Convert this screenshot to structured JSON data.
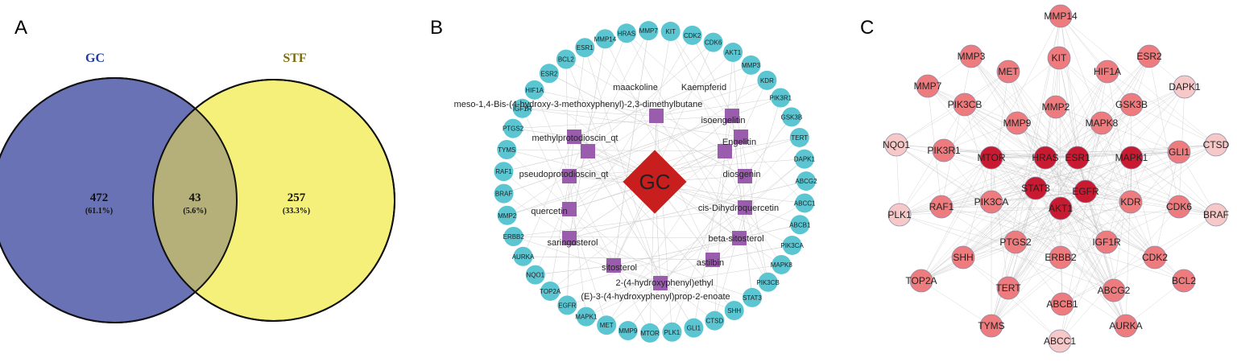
{
  "panels": {
    "a": "A",
    "b": "B",
    "c": "C"
  },
  "venn": {
    "set_left": {
      "label": "GC",
      "count": "472",
      "percent": "(61.1%)"
    },
    "set_right": {
      "label": "STF",
      "count": "257",
      "percent": "(33.3%)"
    },
    "overlap": {
      "count": "43",
      "percent": "(5.6%)"
    },
    "colors": {
      "left": "#6a72b6",
      "right": "#f5f07a",
      "overlap": "#b5b07a",
      "left_title": "#1f3fa0",
      "right_title": "#7a6a10"
    }
  },
  "network_b": {
    "hub": "GC",
    "hub_color": "#c81e1e",
    "target_color": "#5bc5d2",
    "compound_color": "#9a5cad",
    "targets": [
      "KIT",
      "CDK2",
      "CDK6",
      "AKT1",
      "MMP3",
      "KDR",
      "PIK3R1",
      "GSK3B",
      "TERT",
      "DAPK1",
      "ABCG2",
      "ABCC1",
      "ABCB1",
      "PIK3CA",
      "MAPK8",
      "PIK3CB",
      "STAT3",
      "SHH",
      "CTSD",
      "GLI1",
      "PLK1",
      "MTOR",
      "MMP9",
      "MET",
      "MAPK1",
      "EGFR",
      "TOP2A",
      "NQO1",
      "AURKA",
      "ERBB2",
      "MMP2",
      "BRAF",
      "RAF1",
      "TYMS",
      "PTGS2",
      "IGF1R",
      "HIF1A",
      "ESR2",
      "BCL2",
      "ESR1",
      "MMP14",
      "HRAS",
      "MMP7"
    ],
    "compounds": [
      "maackoline",
      "Kaempferid",
      "meso-1,4-Bis-(4-hydroxy-3-methoxyphenyl)-2,3-dimethylbutane",
      "isoengelitin",
      "methylprotodioscin_qt",
      "Engelitin",
      "pseudoprotodioscin_qt",
      "diosgenin",
      "quercetin",
      "cis-Dihydroquercetin",
      "saringosterol",
      "beta-sitosterol",
      "sitosterol",
      "astilbin",
      "2-(4-hydroxyphenyl)ethyl",
      "(E)-3-(4-hydroxyphenyl)prop-2-enoate"
    ]
  },
  "network_c": {
    "nodes": [
      "MMP14",
      "MMP3",
      "ESR2",
      "MET",
      "KIT",
      "HIF1A",
      "MMP7",
      "DAPK1",
      "PIK3CB",
      "MMP2",
      "GSK3B",
      "MMP9",
      "MAPK8",
      "NQO1",
      "PIK3R1",
      "MTOR",
      "HRAS",
      "ESR1",
      "MAPK1",
      "GLI1",
      "CTSD",
      "STAT3",
      "EGFR",
      "PIK3CA",
      "AKT1",
      "KDR",
      "RAF1",
      "CDK6",
      "PLK1",
      "BRAF",
      "PTGS2",
      "IGF1R",
      "SHH",
      "ERBB2",
      "CDK2",
      "TOP2A",
      "BCL2",
      "TERT",
      "ABCG2",
      "ABCB1",
      "TYMS",
      "AURKA",
      "ABCC1"
    ],
    "colors": {
      "light": "#f7c8c8",
      "medium": "#ee7b7d",
      "dark": "#c81a30",
      "edge": "#bdbdbd"
    }
  }
}
